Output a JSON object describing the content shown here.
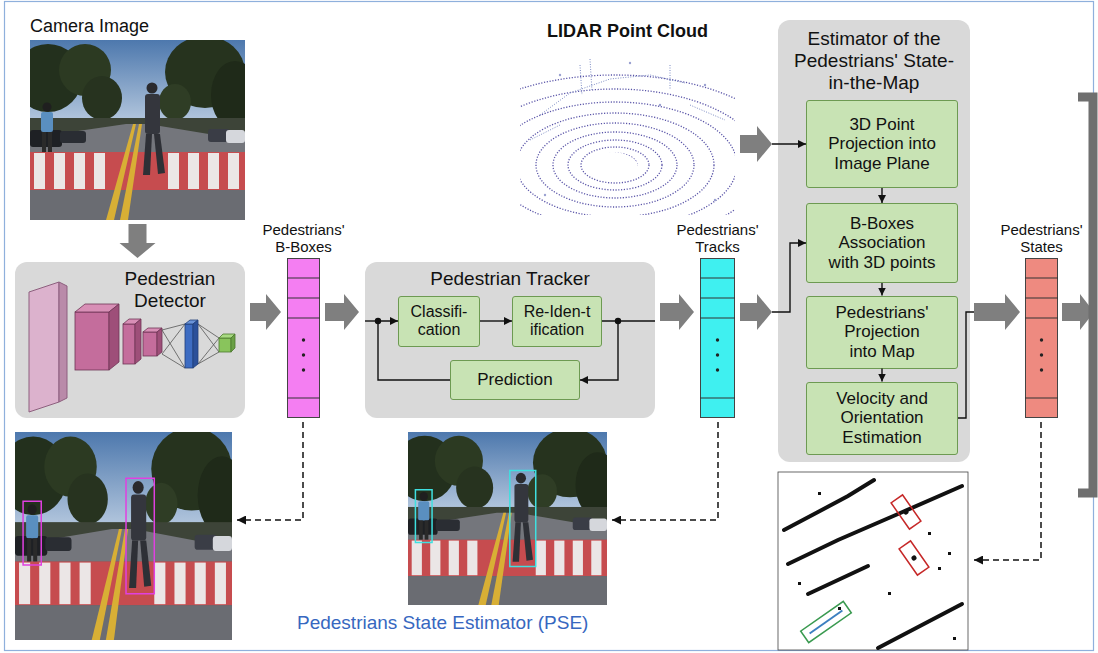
{
  "diagram": {
    "caption": "Pedestrians State Estimator (PSE)",
    "nodes": [
      {
        "text": [
          "Camera Image"
        ]
      },
      {
        "text": [
          "Pedestrian Detector"
        ]
      },
      {
        "text": [
          "Pedestrians' B-Boxes"
        ]
      },
      {
        "text": [
          "Pedestrian Tracker"
        ]
      },
      {
        "text": [
          "Classifi- cation"
        ],
        "in": 3
      },
      {
        "text": [
          "Re-Iden-t ification"
        ],
        "in": 3
      },
      {
        "text": [
          "Prediction"
        ],
        "in": 3
      },
      {
        "text": [
          "Pedestrians' Tracks"
        ]
      },
      {
        "text": [
          "LIDAR Point Cloud"
        ]
      },
      {
        "text": [
          "Estimator of the Pedestrians' State-in-the-Map"
        ]
      },
      {
        "text": [
          "3D Point Projection into Image Plane"
        ],
        "in": 9
      },
      {
        "text": [
          "B-Boxes Association with 3D points"
        ],
        "in": 9
      },
      {
        "text": [
          "Pedestrians' Projection into Map"
        ],
        "in": 9
      },
      {
        "text": [
          "Velocity and Orientation Estimation"
        ],
        "in": 9
      },
      {
        "text": [
          "Pedestrians' States"
        ]
      }
    ],
    "edges": [
      {
        "from": 0,
        "to": 1,
        "arrow": "to"
      },
      {
        "from": 1,
        "to": 2,
        "arrow": "to"
      },
      {
        "from": 2,
        "to": 3,
        "arrow": "to"
      },
      {
        "from": 4,
        "to": 5,
        "arrow": "to"
      },
      {
        "from": 5,
        "to": 6,
        "arrow": "to"
      },
      {
        "from": 6,
        "to": 4,
        "arrow": "to"
      },
      {
        "from": 3,
        "to": 7,
        "arrow": "to"
      },
      {
        "from": 7,
        "to": 11,
        "arrow": "to"
      },
      {
        "from": 8,
        "to": 10,
        "arrow": "to"
      },
      {
        "from": 10,
        "to": 11,
        "arrow": "to"
      },
      {
        "from": 11,
        "to": 12,
        "arrow": "to"
      },
      {
        "from": 12,
        "to": 13,
        "arrow": "to"
      },
      {
        "from": 13,
        "to": 14,
        "arrow": "to"
      }
    ]
  }
}
